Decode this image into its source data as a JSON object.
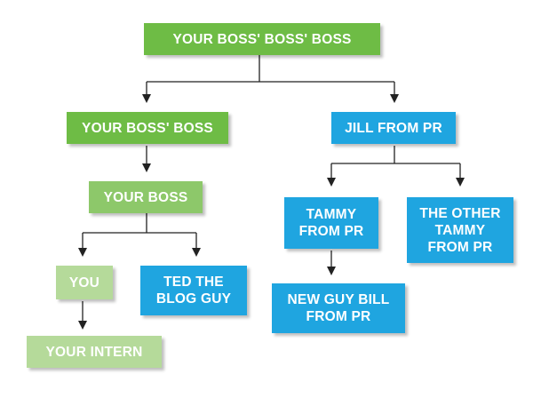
{
  "colors": {
    "green_dark": "#6ebc45",
    "green_mid": "#8dc86a",
    "green_light": "#b5da9a",
    "blue": "#1fa5e0",
    "connector": "#222222"
  },
  "nodes": {
    "boss3": "YOUR BOSS' BOSS' BOSS",
    "boss2": "YOUR BOSS' BOSS",
    "jill": "JILL FROM PR",
    "boss": "YOUR BOSS",
    "tammy": "TAMMY\nFROM PR",
    "other_tammy": "THE OTHER\nTAMMY\nFROM PR",
    "you": "YOU",
    "ted": "TED THE\nBLOG GUY",
    "bill": "NEW GUY BILL\nFROM PR",
    "intern": "YOUR INTERN"
  }
}
